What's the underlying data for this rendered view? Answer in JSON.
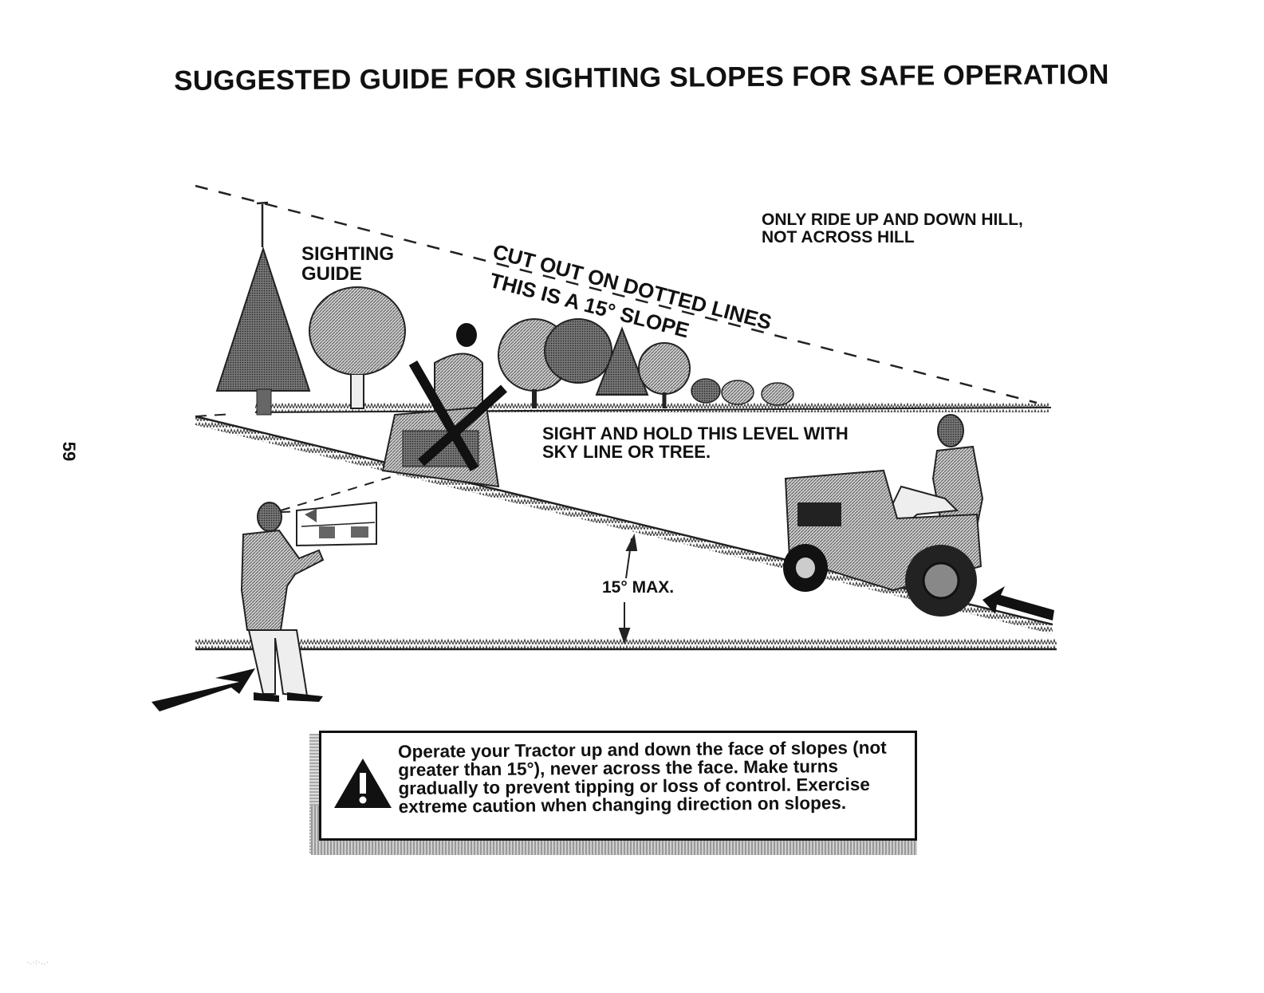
{
  "title": "SUGGESTED GUIDE FOR SIGHTING SLOPES FOR SAFE OPERATION",
  "page_number": "59",
  "labels": {
    "sighting_guide_line1": "SIGHTING",
    "sighting_guide_line2": "GUIDE",
    "cut_out": "CUT OUT ON DOTTED LINES",
    "slope_note": "THIS IS A 15° SLOPE",
    "ride_note_line1": "ONLY RIDE UP AND DOWN HILL,",
    "ride_note_line2": "NOT ACROSS HILL",
    "sight_note_line1": "SIGHT AND HOLD THIS LEVEL WITH",
    "sight_note_line2": "SKY LINE OR TREE.",
    "max_angle": "15° MAX."
  },
  "warning": {
    "icon": "warning-triangle-icon",
    "text": "Operate your Tractor up and down the face of slopes (not greater than 15°), never across the face. Make turns gradually to prevent tipping or loss of control. Exercise extreme caution when changing direction on slopes."
  }
}
